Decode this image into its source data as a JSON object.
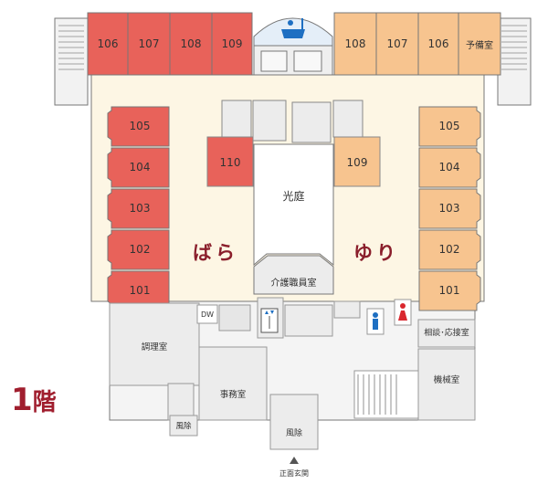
{
  "floor": {
    "number": "1",
    "suffix": "階"
  },
  "wings": {
    "left": "ばら",
    "right": "ゆり"
  },
  "rooms": {
    "rose_top": [
      "106",
      "107",
      "108",
      "109"
    ],
    "lily_top": [
      "108",
      "107",
      "106"
    ],
    "spare_room": "予備室",
    "rose_side": [
      "105",
      "104",
      "103",
      "102",
      "101"
    ],
    "lily_side": [
      "105",
      "104",
      "103",
      "102",
      "101"
    ],
    "rose_inner": "110",
    "lily_inner": "109"
  },
  "areas": {
    "courtyard": "光庭",
    "care_staff": "介護職員室",
    "kitchen": "調理室",
    "dw": "DW",
    "office": "事務室",
    "windbreak_left": "風除",
    "windbreak_main": "風除",
    "consult": "相談･応接室",
    "machine": "機械室",
    "entrance": "正面玄関"
  },
  "colors": {
    "rose": "#e8625a",
    "lily": "#f7c48f",
    "gray_room": "#ececec",
    "hall": "#fdf6e4",
    "wing_text": "#8a1e2b",
    "floor_text": "#a01e2e",
    "male_icon": "#1e6fc2",
    "female_icon": "#d9272e"
  }
}
